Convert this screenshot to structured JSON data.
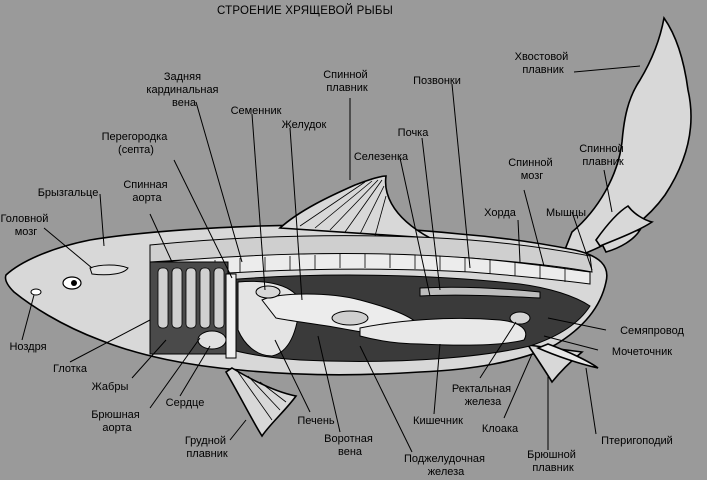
{
  "title": "СТРОЕНИЕ ХРЯЩЕВОЙ РЫБЫ",
  "colors": {
    "background": "#9a9a9a",
    "body_fill": "#d8d8d8",
    "cavity_dark": "#3a3a3a",
    "organ_light": "#e8e8e8",
    "fin_stripe": "#555555"
  },
  "labels": {
    "posterior_cardinal_vein": [
      "Задняя",
      "кардинальная",
      "вена"
    ],
    "dorsal_fin_front": [
      "Спинной",
      "плавник"
    ],
    "vertebrae": [
      "Позвонки"
    ],
    "caudal_fin": [
      "Хвостовой",
      "плавник"
    ],
    "testis": [
      "Семенник"
    ],
    "stomach": [
      "Желудок"
    ],
    "septum": [
      "Перегородка",
      "(септа)"
    ],
    "kidney": [
      "Почка"
    ],
    "spleen": [
      "Селезенка"
    ],
    "spinal_cord": [
      "Спинной",
      "мозг"
    ],
    "dorsal_fin_rear": [
      "Спинной",
      "плавник"
    ],
    "spiracle": [
      "Брызгальце"
    ],
    "dorsal_aorta": [
      "Спинная",
      "аорта"
    ],
    "notochord": [
      "Хорда"
    ],
    "muscles": [
      "Мышцы"
    ],
    "brain": [
      "Головной",
      "мозг"
    ],
    "nostril": [
      "Ноздря"
    ],
    "pharynx": [
      "Глотка"
    ],
    "gills": [
      "Жабры"
    ],
    "heart": [
      "Сердце"
    ],
    "ventral_aorta": [
      "Брюшная",
      "аорта"
    ],
    "pectoral_fin": [
      "Грудной",
      "плавник"
    ],
    "liver": [
      "Печень"
    ],
    "portal_vein": [
      "Воротная",
      "вена"
    ],
    "pancreas": [
      "Поджелудочная",
      "железа"
    ],
    "intestine": [
      "Кишечник"
    ],
    "rectal_gland": [
      "Ректальная",
      "железа"
    ],
    "cloaca": [
      "Клоака"
    ],
    "pelvic_fin": [
      "Брюшной",
      "плавник"
    ],
    "pterygopodium": [
      "Птеригоподий"
    ],
    "sperm_duct": [
      "Семяпровод"
    ],
    "ureter": [
      "Мочеточник"
    ]
  }
}
